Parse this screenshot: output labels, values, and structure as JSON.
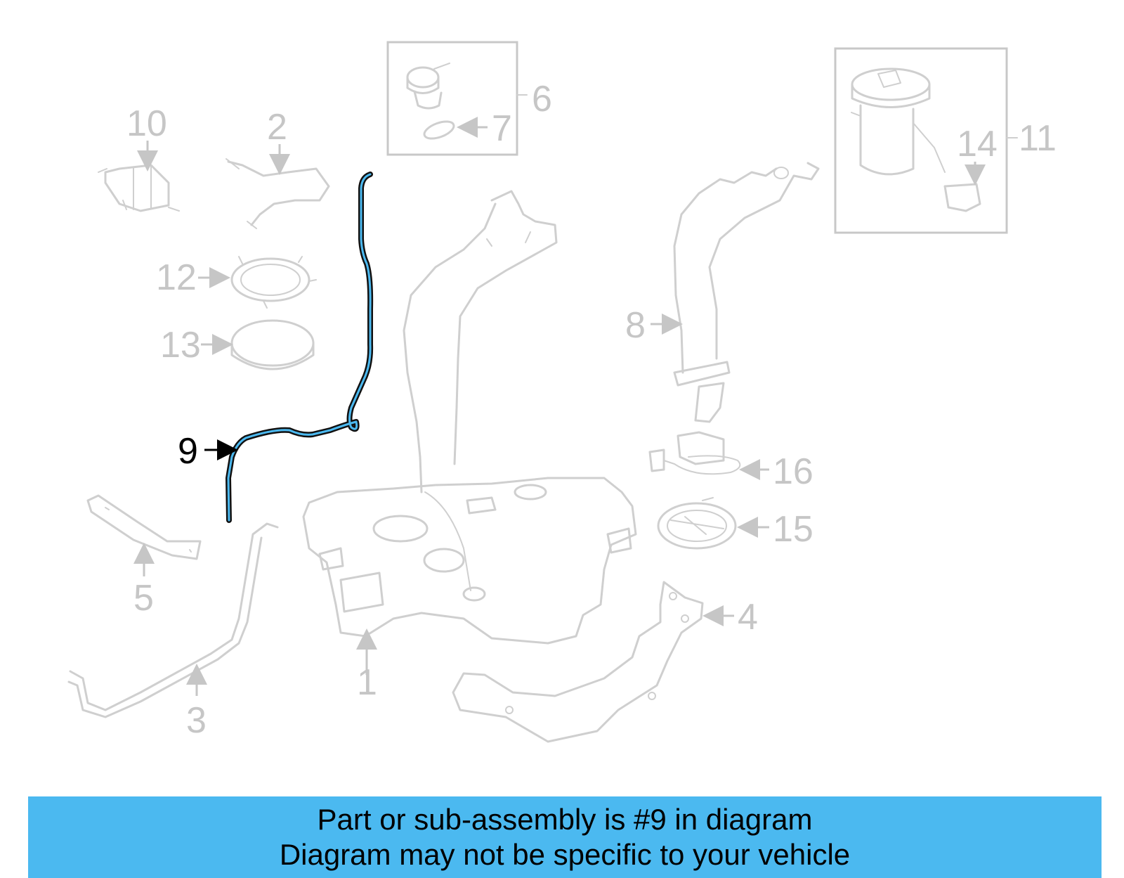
{
  "callouts": {
    "c1": "1",
    "c2": "2",
    "c3": "3",
    "c4": "4",
    "c5": "5",
    "c6": "6",
    "c7": "7",
    "c8": "8",
    "c9": "9",
    "c10": "10",
    "c11": "11",
    "c12": "12",
    "c13": "13",
    "c14": "14",
    "c15": "15",
    "c16": "16"
  },
  "highlighted_part": "9",
  "colors": {
    "banner": "#4bb9f0",
    "highlight_line": "#111111",
    "highlight_inner": "#4bb9f0",
    "faded": "#cfcfcf"
  },
  "banner": {
    "line1": "Part or sub-assembly is #9 in diagram",
    "line2": "Diagram may not be specific to your vehicle"
  }
}
